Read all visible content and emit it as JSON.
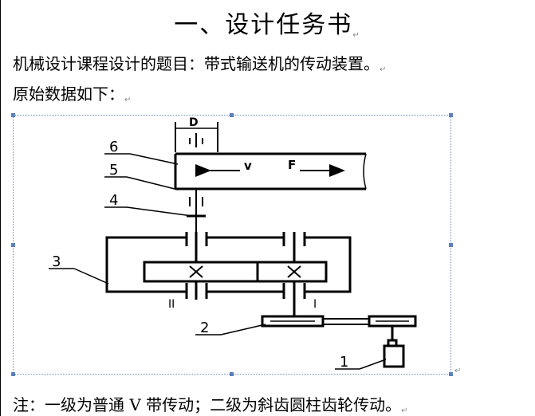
{
  "document": {
    "title": "一、设计任务书",
    "intro_line": "机械设计课程设计的题目：带式输送机的传动装置。",
    "data_line": "原始数据如下：",
    "note_line": "注：一级为普通 V 带传动；二级为斜齿圆柱齿轮传动。",
    "paragraph_mark": "↵"
  },
  "figure": {
    "labels": {
      "d": "D",
      "v": "v",
      "f": "F",
      "shaft_ii": "II",
      "shaft_i": "I",
      "part_1": "1",
      "part_2": "2",
      "part_3": "3",
      "part_4": "4",
      "part_5": "5",
      "part_6": "6"
    }
  }
}
